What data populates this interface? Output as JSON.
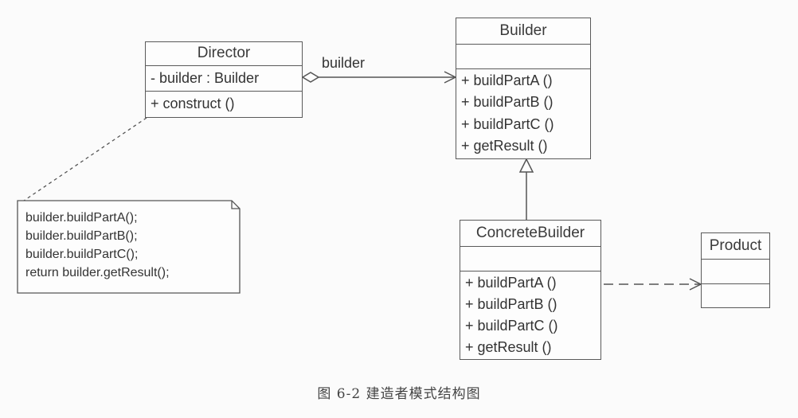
{
  "director": {
    "name": "Director",
    "attributes": [
      "- builder : Builder"
    ],
    "operations": [
      "+ construct ()"
    ]
  },
  "builder": {
    "name": "Builder",
    "attributes": [],
    "operations": [
      "+ buildPartA ()",
      "+ buildPartB ()",
      "+ buildPartC ()",
      "+ getResult ()"
    ]
  },
  "concrete_builder": {
    "name": "ConcreteBuilder",
    "attributes": [],
    "operations": [
      "+ buildPartA ()",
      "+ buildPartB ()",
      "+ buildPartC ()",
      "+ getResult ()"
    ]
  },
  "product": {
    "name": "Product",
    "attributes": [],
    "operations": []
  },
  "association_label": "builder",
  "note": {
    "lines": [
      "builder.buildPartA();",
      "builder.buildPartB();",
      "builder.buildPartC();",
      "return builder.getResult();"
    ]
  },
  "caption": "图 6-2   建造者模式结构图"
}
